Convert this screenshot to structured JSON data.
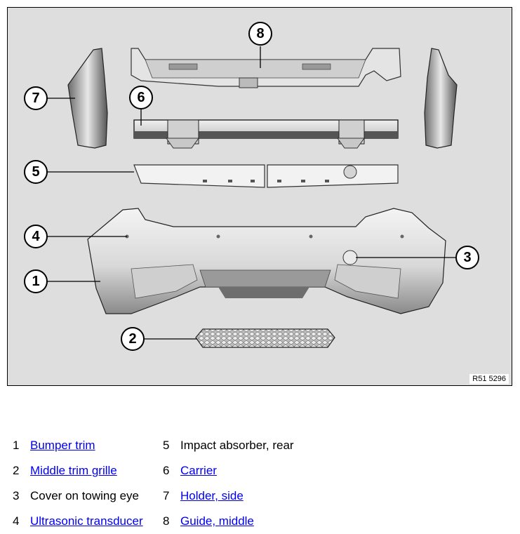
{
  "figure": {
    "ref_code": "R51 5296",
    "callouts": [
      "1",
      "2",
      "3",
      "4",
      "5",
      "6",
      "7",
      "8"
    ]
  },
  "legend": {
    "items": [
      {
        "num": "1",
        "label": "Bumper trim",
        "link": true
      },
      {
        "num": "2",
        "label": "Middle trim grille",
        "link": true
      },
      {
        "num": "3",
        "label": "Cover on towing eye",
        "link": false
      },
      {
        "num": "4",
        "label": "Ultrasonic transducer",
        "link": true
      },
      {
        "num": "5",
        "label": "Impact absorber, rear",
        "link": false
      },
      {
        "num": "6",
        "label": "Carrier",
        "link": true
      },
      {
        "num": "7",
        "label": "Holder, side",
        "link": true
      },
      {
        "num": "8",
        "label": "Guide, middle",
        "link": true
      }
    ]
  },
  "colors": {
    "link": "#0000ee",
    "background": "#dedede",
    "part_light": "#f2f2f2",
    "part_dark": "#555555"
  }
}
